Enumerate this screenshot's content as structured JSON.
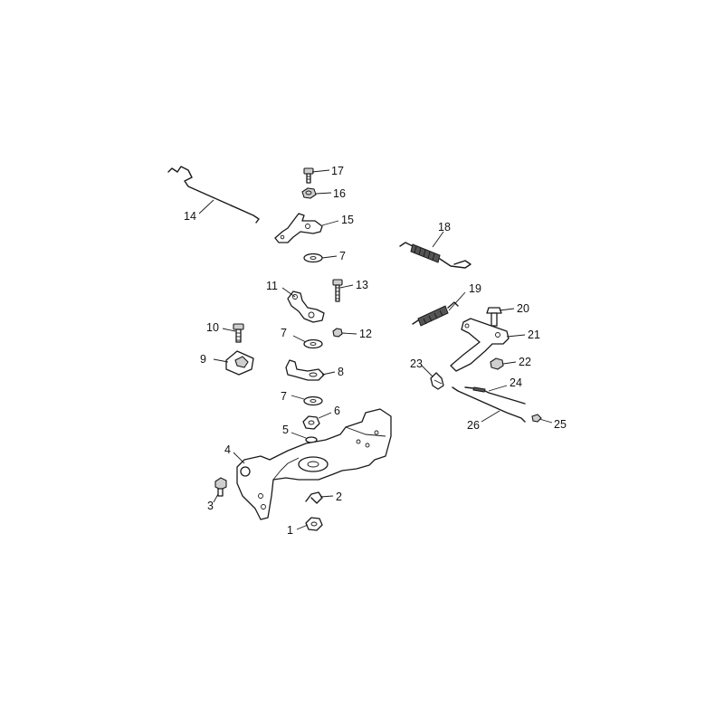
{
  "diagram": {
    "type": "exploded-parts-view",
    "callouts": [
      {
        "id": "c17",
        "label": "17"
      },
      {
        "id": "c16",
        "label": "16"
      },
      {
        "id": "c14",
        "label": "14"
      },
      {
        "id": "c15",
        "label": "15"
      },
      {
        "id": "c7a",
        "label": "7"
      },
      {
        "id": "c18",
        "label": "18"
      },
      {
        "id": "c11",
        "label": "11"
      },
      {
        "id": "c13",
        "label": "13"
      },
      {
        "id": "c19",
        "label": "19"
      },
      {
        "id": "c20",
        "label": "20"
      },
      {
        "id": "c10",
        "label": "10"
      },
      {
        "id": "c7b",
        "label": "7"
      },
      {
        "id": "c12",
        "label": "12"
      },
      {
        "id": "c21",
        "label": "21"
      },
      {
        "id": "c9",
        "label": "9"
      },
      {
        "id": "c8",
        "label": "8"
      },
      {
        "id": "c23",
        "label": "23"
      },
      {
        "id": "c22",
        "label": "22"
      },
      {
        "id": "c24",
        "label": "24"
      },
      {
        "id": "c7c",
        "label": "7"
      },
      {
        "id": "c6",
        "label": "6"
      },
      {
        "id": "c26",
        "label": "26"
      },
      {
        "id": "c25",
        "label": "25"
      },
      {
        "id": "c5",
        "label": "5"
      },
      {
        "id": "c4",
        "label": "4"
      },
      {
        "id": "c2",
        "label": "2"
      },
      {
        "id": "c3",
        "label": "3"
      },
      {
        "id": "c1",
        "label": "1"
      }
    ]
  }
}
